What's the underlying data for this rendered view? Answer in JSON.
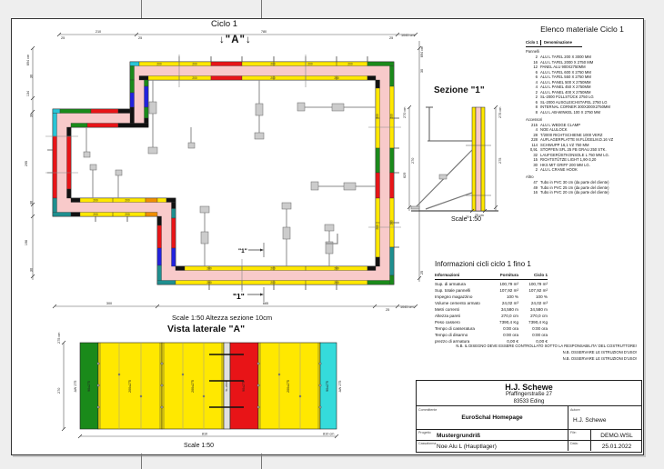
{
  "plan": {
    "title": "Ciclo 1",
    "section_a_marker": "↓\"A\"↓",
    "scale_note": "Scale 1:50   Altezza sezione 10cm",
    "section_1_label": "\"1\"",
    "panel_label": "200",
    "dims": {
      "top": [
        "25",
        "210",
        "25",
        "780",
        "25",
        "1045 cm"
      ],
      "left": [
        "694 cm",
        "30",
        "134",
        "30",
        "295",
        "30",
        "196",
        "30"
      ],
      "right": [
        "694 cm",
        "30",
        "25"
      ],
      "bottom": [
        "300",
        "665",
        "25",
        "1045 cm"
      ]
    }
  },
  "sezione": {
    "title": "Sezione \"1\"",
    "scale": "Scale 1:50",
    "dims": [
      "270 cm",
      "270",
      "629",
      "275 cm",
      "275",
      "25 cm",
      "25"
    ]
  },
  "vista": {
    "title": "Vista laterale \"A\"",
    "scale": "Scale 1:50",
    "labels": {
      "aw_left": "AW 275",
      "green": "90x275",
      "y200": "200x275",
      "strip": "SL-2000",
      "red": "90x275",
      "cyan": "90x275",
      "aw_right": "AW 275"
    },
    "dims": [
      "275 cm",
      "270",
      "810",
      "810 cm"
    ]
  },
  "elenco": {
    "title": "Elenco materiale  Ciclo 1",
    "col_qty": "Ciclo 1",
    "col_name": "Denominazione",
    "groups": [
      {
        "name": "Pannelli",
        "items": [
          {
            "q": "2",
            "n": "ALU L TAFEL 200 X 3000 MM"
          },
          {
            "q": "16",
            "n": "ALU L TAFEL 2000 X 2750 MM"
          },
          {
            "q": "12",
            "n": "PANEL ALU 900X2750MM"
          },
          {
            "q": "6",
            "n": "ALU L TAFEL 600 X 2750 MM"
          },
          {
            "q": "6",
            "n": "ALU L TAFEL 550 X 2750 MM"
          },
          {
            "q": "4",
            "n": "ALU L PANEL 500 X 2750MM"
          },
          {
            "q": "4",
            "n": "ALU L PANEL 450 X 2750MM"
          },
          {
            "q": "2",
            "n": "ALU L PANEL 400 X 2750MM"
          },
          {
            "q": "2",
            "n": "SL-2000 FÜLLSTÜCK 2750 LG"
          },
          {
            "q": "6",
            "n": "SL-2000 AUSGLEICHSTAFEL 2750 LG"
          },
          {
            "q": "8",
            "n": "INTERNAL CORNER 300X300X2750MM"
          },
          {
            "q": "8",
            "n": "ALU L  AB-WINKEL 100 X 2750 MM"
          }
        ]
      },
      {
        "name": "Accessori",
        "items": [
          {
            "q": "215",
            "n": "ALU L WEDGE CLAMP"
          },
          {
            "q": "4",
            "n": "NOE ALULOCK"
          },
          {
            "q": "28",
            "n": "T/2000 RICHTSCHIENE 1000 VERZ"
          },
          {
            "q": "228",
            "n": "AUFLAGERPLATTE M.FLÜGELM.D.16 VZ"
          },
          {
            "q": "114",
            "n": "SCHWUPP 16,1  VZ  750 MM"
          },
          {
            "q": "0,91",
            "n": "STOPFEN SFL 25 FB GRAU 250 STK."
          },
          {
            "q": "32",
            "n": "LAUFGERÜSTKONSOLE L 750 MM LG."
          },
          {
            "q": "15",
            "n": "RICHTSTÜTZE LIGHT 1,90-3,20"
          },
          {
            "q": "30",
            "n": "HKS MIT GRIFF 200 MM LG."
          },
          {
            "q": "2",
            "n": "ALU L CRANE HOOK"
          }
        ]
      },
      {
        "name": "Altro",
        "items": [
          {
            "q": "47",
            "n": "Tubo in PVC 30 cm (da parte del cliente)"
          },
          {
            "q": "49",
            "n": "Tubo in PVC 25 cm (da parte del cliente)"
          },
          {
            "q": "16",
            "n": "Tubo in PVC 20 cm (da parte del cliente)"
          }
        ]
      }
    ]
  },
  "info": {
    "title": "Informazioni cicli  ciclo 1 fino 1",
    "headers": {
      "l": "Informazioni",
      "f": "Fornitura",
      "c": "Ciclo 1"
    },
    "rows": [
      {
        "l": "Sup. di armatura",
        "f": "100,79 m²",
        "c": "100,79 m²"
      },
      {
        "l": "Sup. totale pannelli",
        "f": "107,92 m²",
        "c": "107,92 m²"
      },
      {
        "l": "Impegno magazzino",
        "f": "100 %",
        "c": "100 %"
      },
      {
        "l": "Volume cemento armato",
        "f": "24,02 m³",
        "c": "24,02 m³"
      },
      {
        "l": "Metri correnti",
        "f": "34,580 m",
        "c": "34,580 m"
      },
      {
        "l": "Altezza pareti",
        "f": "270,0 cm",
        "c": "270,0 cm"
      },
      {
        "l": "Peso cassero",
        "f": "7390,4 Kg",
        "c": "7390,4 Kg"
      },
      {
        "l": "Tempo di casseratura",
        "f": "0:00 ora",
        "c": "0:00 ora"
      },
      {
        "l": "Tempo di disarmo",
        "f": "0:00 ora",
        "c": "0:00 ora"
      },
      {
        "l": "prezzo di armatura",
        "f": "0,00 €",
        "c": "0,00 €"
      }
    ]
  },
  "notes": [
    "N.B. IL DISEGNO DEVE ESSERE CONTROLLATO SOTTO LA RESPONSABILITA' DEL COSTRUTTORE!",
    "N.B. OSSERVARE LE ISTRUZIONI D'USO!",
    "N.B. OSSERVARE LE ISTRUZIONI D'USO!"
  ],
  "titleblock": {
    "company": "H.J. Schewe",
    "address1": "Pfaffingerstraße 27",
    "address2": "83533 Eding",
    "committente_label": "Committente",
    "committente": "EuroSchal Homepage",
    "autore_label": "Autore",
    "autore": "H.J. Schewe",
    "progetto_label": "Progetto",
    "progetto": "Mustergrundriß",
    "file_label": "File:",
    "file": "DEMO.WSL",
    "cassaforma_label": "Cassaforma",
    "cassaforma": "Noe Alu L (Hauptlager)",
    "data_label": "Data:",
    "data": "25.01.2022"
  }
}
